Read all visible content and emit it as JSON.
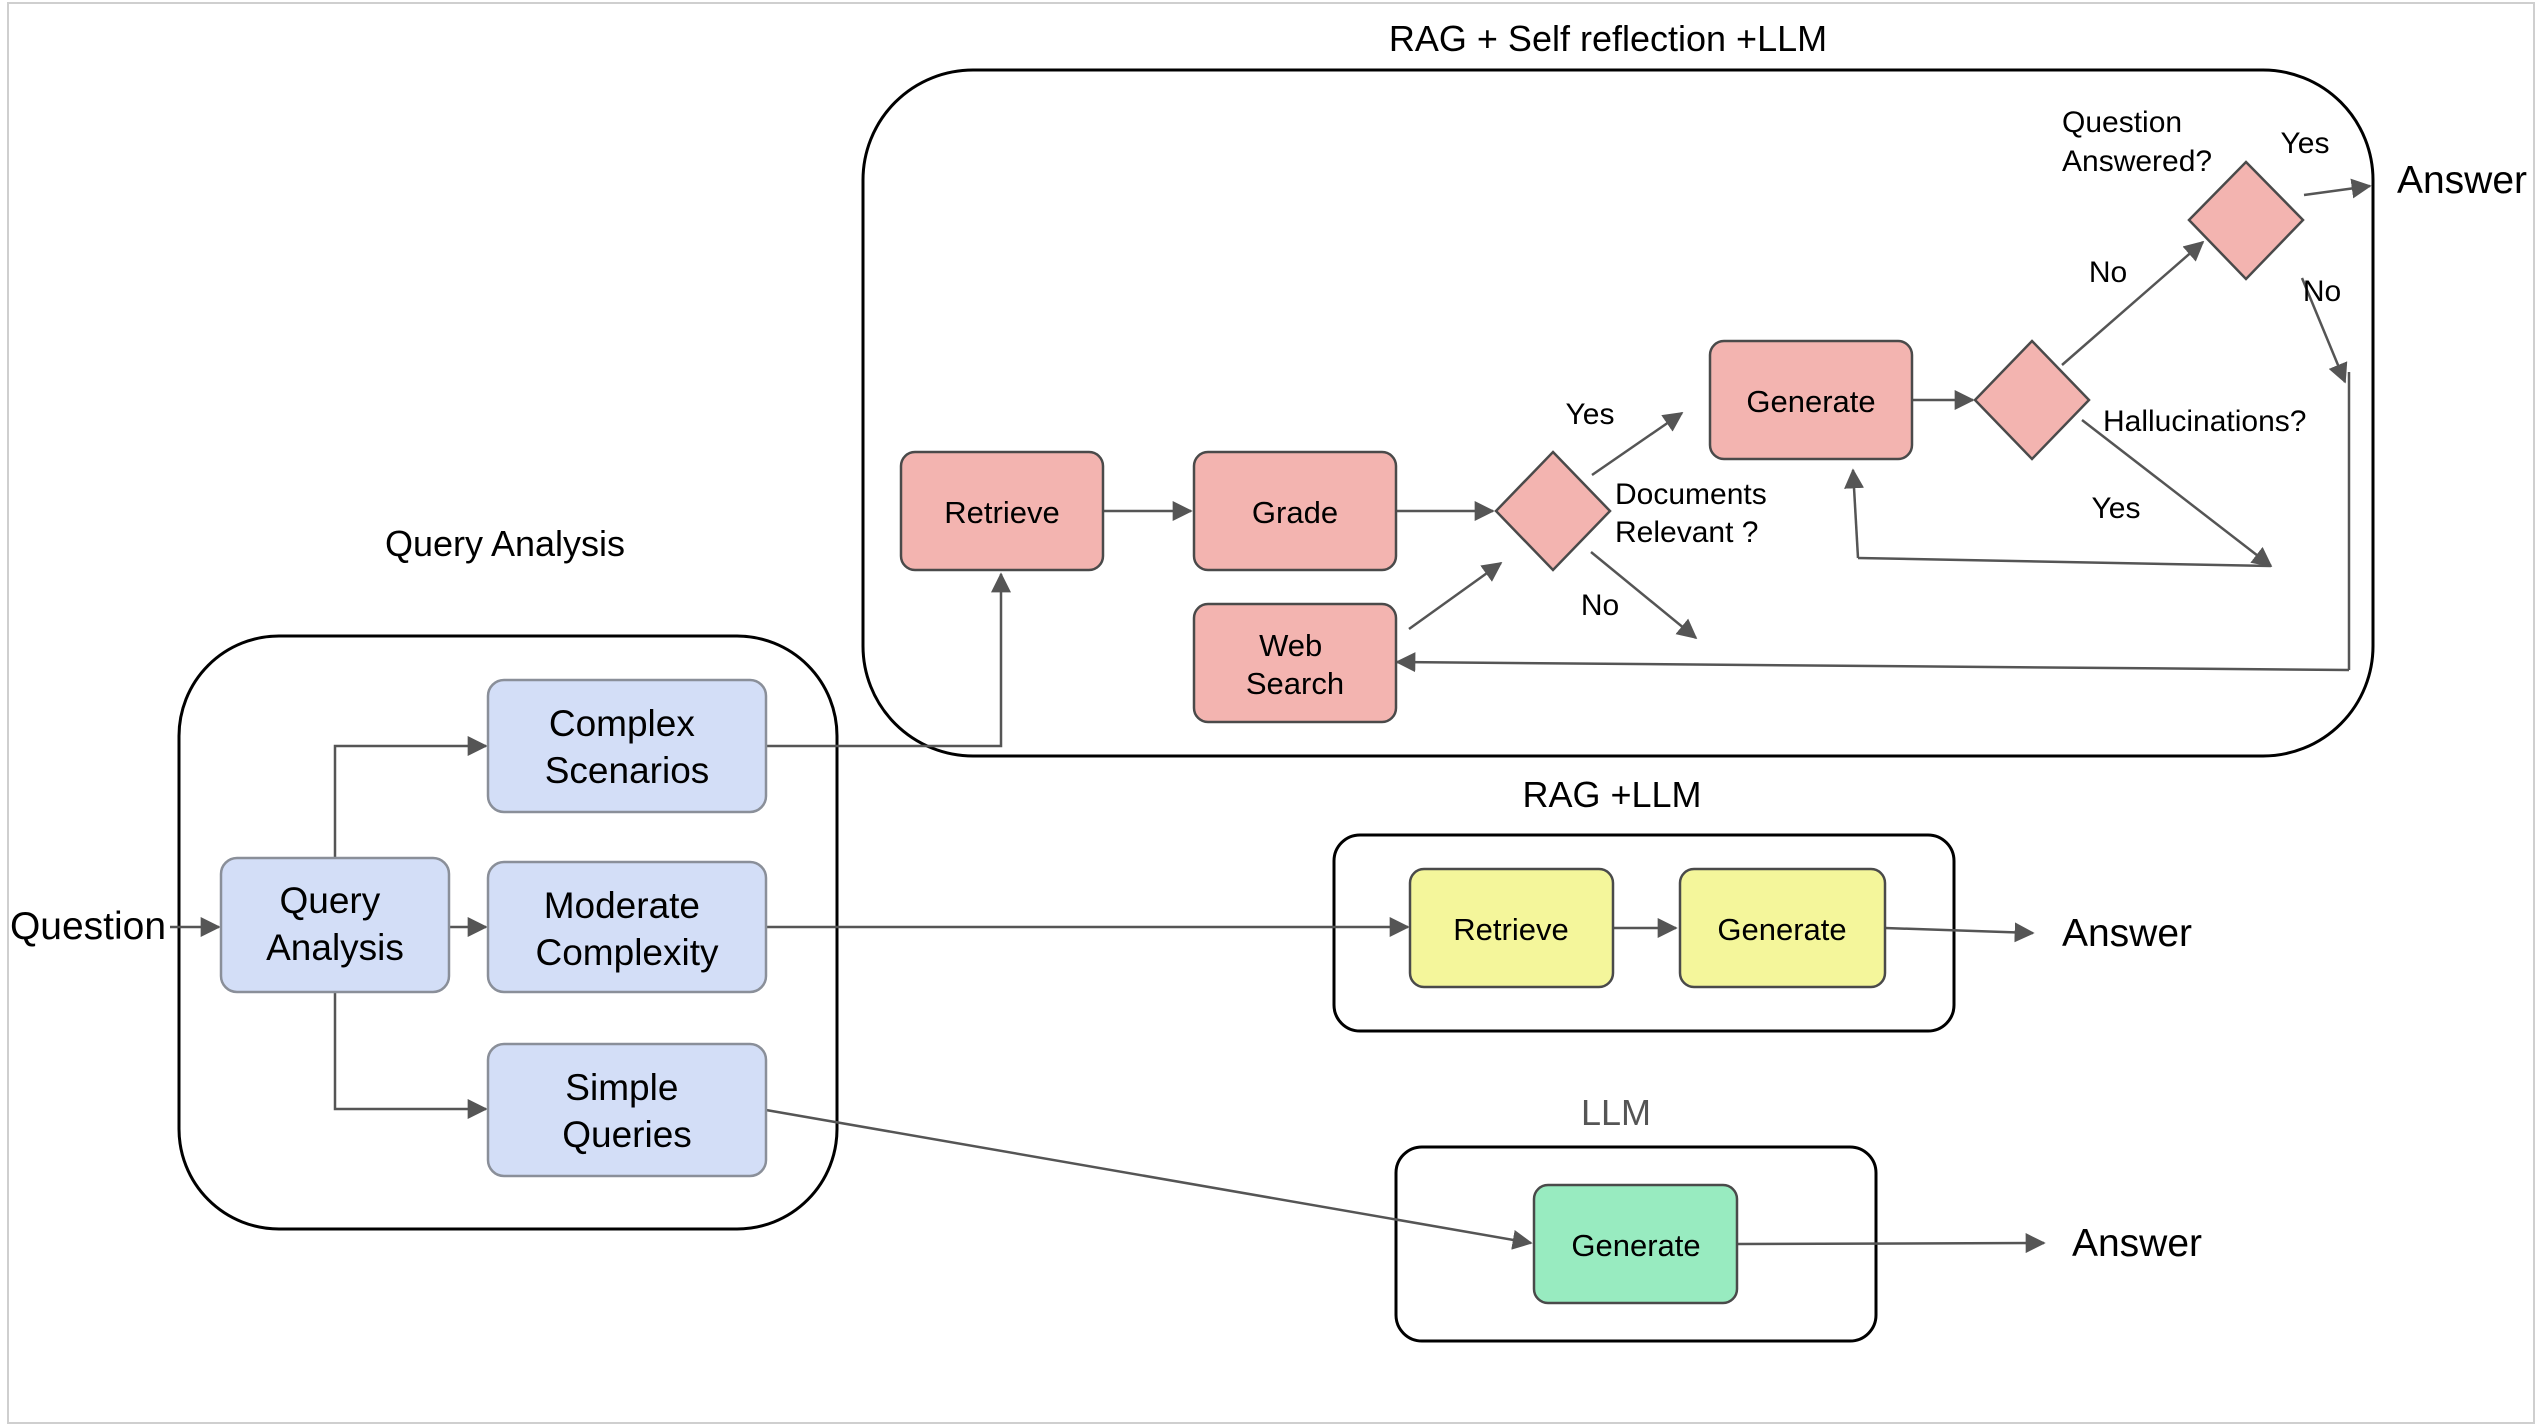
{
  "groups": {
    "rag_self_reflection_title": "RAG + Self reflection +LLM",
    "query_analysis_title": "Query Analysis",
    "rag_llm_title": "RAG +LLM",
    "llm_title": "LLM"
  },
  "nodes": {
    "question": "Question",
    "query_analysis": [
      "Query",
      "Analysis"
    ],
    "complex_scenarios": [
      "Complex",
      "Scenarios"
    ],
    "moderate_complexity": [
      "Moderate",
      "Complexity"
    ],
    "simple_queries": [
      "Simple",
      "Queries"
    ],
    "self_reflection_retrieve": "Retrieve",
    "self_reflection_grade": "Grade",
    "self_reflection_web_search": [
      "Web",
      "Search"
    ],
    "self_reflection_generate": "Generate",
    "rag_retrieve": "Retrieve",
    "rag_generate": "Generate",
    "llm_generate": "Generate"
  },
  "decisions": {
    "documents_relevant": [
      "Documents",
      "Relevant ?"
    ],
    "hallucinations": "Hallucinations?",
    "question_answered": [
      "Question",
      "Answered?"
    ]
  },
  "edge_labels": {
    "relevant_yes": "Yes",
    "relevant_no": "No",
    "hallucinations_no": "No",
    "hallucinations_yes": "Yes",
    "answered_yes": "Yes",
    "answered_no": "No"
  },
  "outputs": {
    "self_reflection_answer": "Answer",
    "rag_answer": "Answer",
    "llm_answer": "Answer"
  },
  "colors": {
    "query_nodes": "#d3def7",
    "self_reflection_nodes": "#f3b4b0",
    "rag_nodes": "#f4f69b",
    "llm_nodes": "#98ebc0",
    "edges": "#555555"
  }
}
